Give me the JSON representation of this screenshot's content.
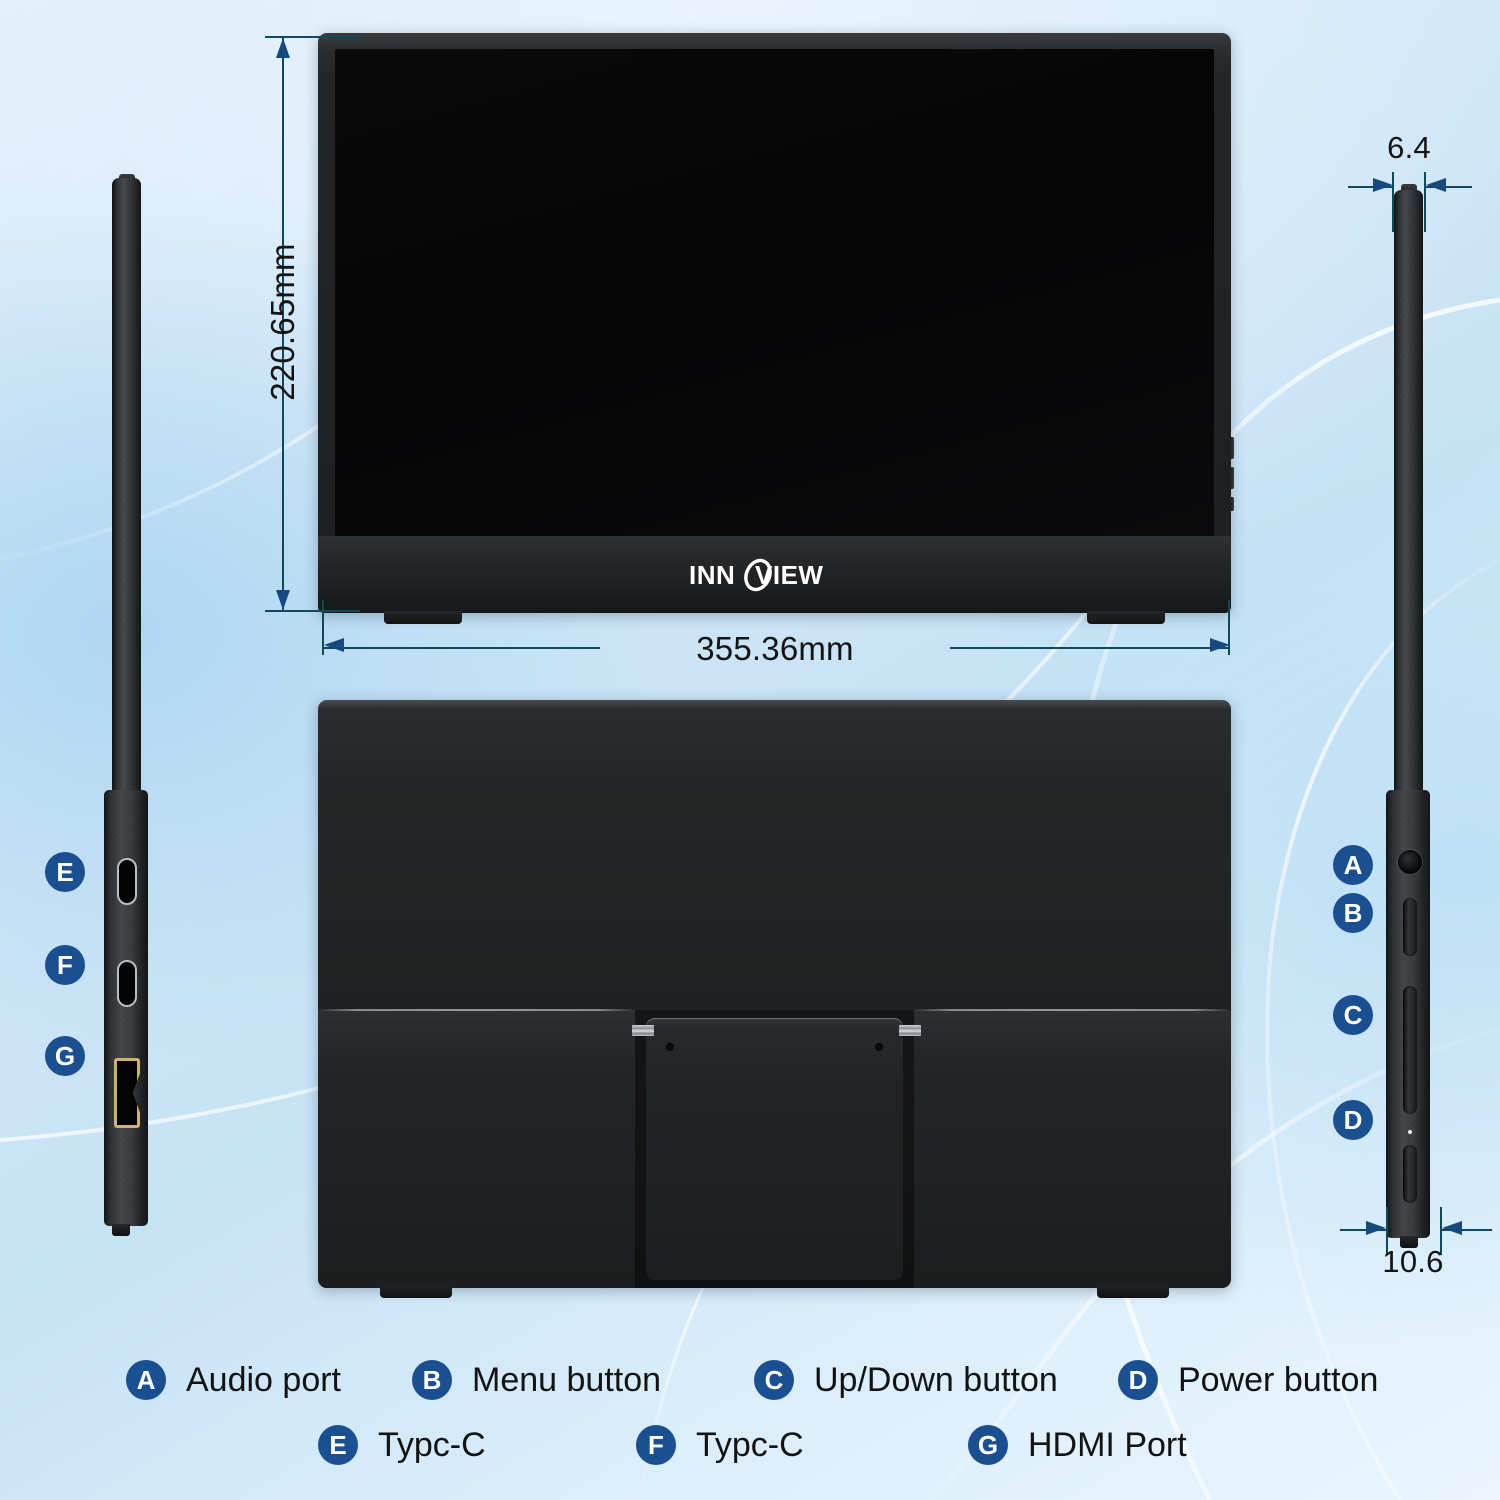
{
  "product": {
    "brand": "INNOVIEW",
    "type": "portable-monitor-dimension-diagram"
  },
  "colors": {
    "badge_blue": "#1a4f91",
    "dimension_line": "#0d4a5c",
    "arrow_fill": "#164a7d",
    "background_light": "#e4f0fb",
    "background_mid": "#b3d9f2",
    "device_black": "#1d1f21",
    "hdmi_gold": "#cdb271",
    "usbc_silver": "#b9bec4"
  },
  "dimensions": {
    "height": {
      "value": "220.65mm",
      "orientation": "vertical",
      "view": "front"
    },
    "width": {
      "value": "355.36mm",
      "orientation": "horizontal",
      "view": "front"
    },
    "thickness_top": {
      "value": "6.4",
      "orientation": "horizontal",
      "view": "right-side-top"
    },
    "thickness_base": {
      "value": "10.6",
      "orientation": "horizontal",
      "view": "right-side-bottom"
    }
  },
  "callouts": {
    "right_side": [
      {
        "letter": "A",
        "name": "audio-port"
      },
      {
        "letter": "B",
        "name": "menu-button"
      },
      {
        "letter": "C",
        "name": "updown-button"
      },
      {
        "letter": "D",
        "name": "power-button"
      }
    ],
    "left_side": [
      {
        "letter": "E",
        "name": "type-c-port-1"
      },
      {
        "letter": "F",
        "name": "type-c-port-2"
      },
      {
        "letter": "G",
        "name": "hdmi-port"
      }
    ]
  },
  "legend": {
    "row1": [
      {
        "letter": "A",
        "label": "Audio port"
      },
      {
        "letter": "B",
        "label": "Menu button"
      },
      {
        "letter": "C",
        "label": "Up/Down button"
      },
      {
        "letter": "D",
        "label": "Power button"
      }
    ],
    "row2": [
      {
        "letter": "E",
        "label": "Typc-C"
      },
      {
        "letter": "F",
        "label": "Typc-C"
      },
      {
        "letter": "G",
        "label": "HDMI Port"
      }
    ]
  },
  "views": {
    "front": "front-view-monitor",
    "back": "back-view-monitor-with-kickstand",
    "left_profile": "left-side-profile-ports",
    "right_profile": "right-side-profile-buttons"
  }
}
